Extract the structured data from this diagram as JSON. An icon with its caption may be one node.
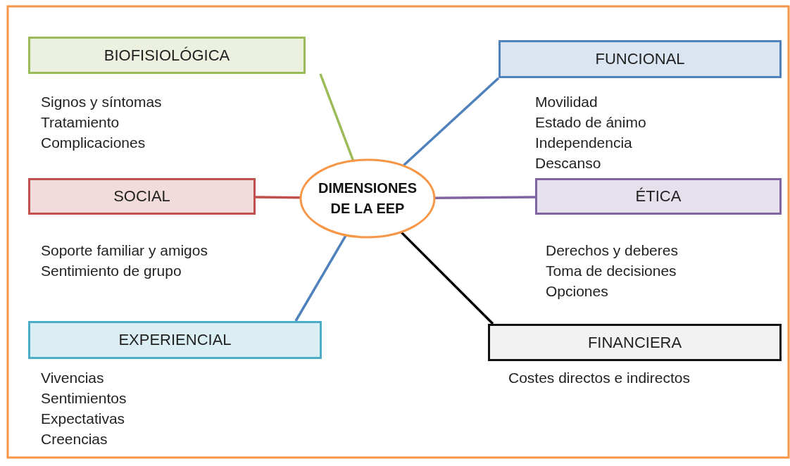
{
  "diagram": {
    "nodes": [
      {
        "text": [
          "DIMENSIONES DE LA EEP"
        ]
      },
      {
        "text": [
          "BIOFISIOLÓGICA"
        ],
        "beside": [
          "Signos y síntomas",
          "Tratamiento",
          "Complicaciones"
        ]
      },
      {
        "text": [
          "FUNCIONAL"
        ],
        "beside": [
          "Movilidad",
          "Estado de ánimo",
          "Independencia",
          "Descanso"
        ]
      },
      {
        "text": [
          "SOCIAL"
        ],
        "beside": [
          "Soporte familiar y amigos",
          "Sentimiento de grupo"
        ]
      },
      {
        "text": [
          "ÉTICA"
        ],
        "beside": [
          "Derechos y deberes",
          "Toma de decisiones",
          "Opciones"
        ]
      },
      {
        "text": [
          "EXPERIENCIAL"
        ],
        "beside": [
          "Vivencias",
          "Sentimientos",
          "Expectativas",
          "Creencias"
        ]
      },
      {
        "text": [
          "FINANCIERA"
        ],
        "beside": [
          "Costes directos e indirectos"
        ]
      }
    ],
    "edges": [
      {
        "from": 0,
        "to": 1,
        "arrow": "none",
        "color": "#9bbb59"
      },
      {
        "from": 0,
        "to": 2,
        "arrow": "none",
        "color": "#4f81bd"
      },
      {
        "from": 0,
        "to": 3,
        "arrow": "none",
        "color": "#c0504d"
      },
      {
        "from": 0,
        "to": 4,
        "arrow": "none",
        "color": "#8064a2"
      },
      {
        "from": 0,
        "to": 5,
        "arrow": "none",
        "color": "#4f81bd"
      },
      {
        "from": 0,
        "to": 6,
        "arrow": "none",
        "color": "#000000"
      }
    ]
  }
}
